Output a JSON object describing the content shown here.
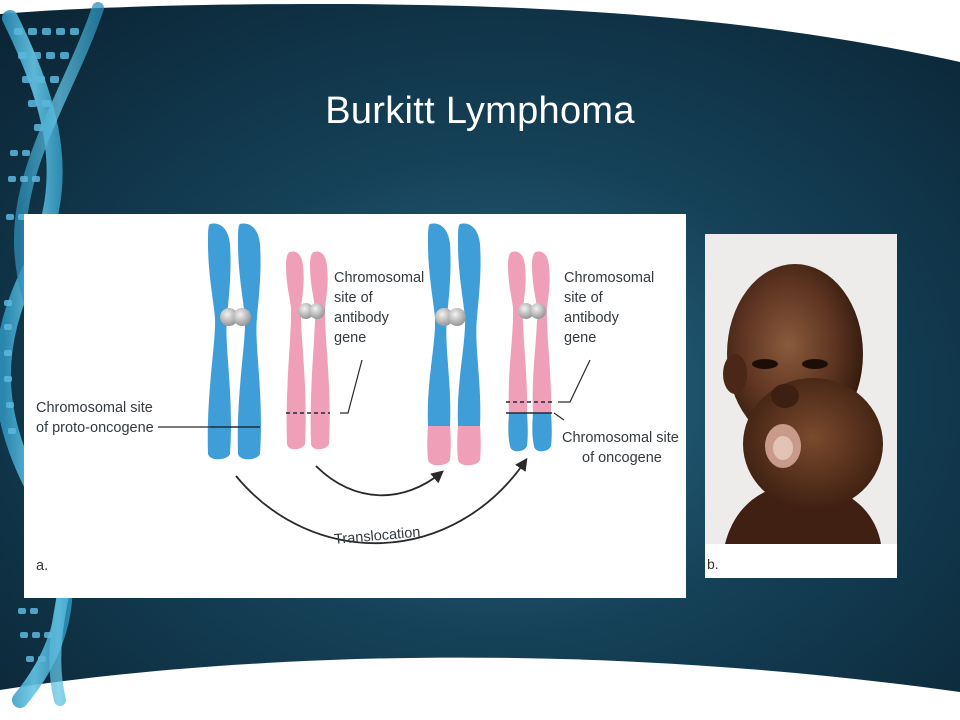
{
  "slide": {
    "title": "Burkitt Lymphoma"
  },
  "figure_a": {
    "panel_label": "a.",
    "label_antibody_left": [
      "Chromosomal",
      "site of",
      "antibody",
      "gene"
    ],
    "label_antibody_right": [
      "Chromosomal",
      "site of",
      "antibody",
      "gene"
    ],
    "label_proto_oncogene": [
      "Chromosomal site",
      "of proto-oncogene"
    ],
    "label_oncogene": [
      "Chromosomal site",
      "of oncogene"
    ],
    "arrow_label": "Translocation"
  },
  "figure_b": {
    "panel_label": "b."
  },
  "colors": {
    "background_dark": "#0c2636",
    "background_mid": "#1d4c63",
    "chromosome_blue": "#3f9ed8",
    "chromosome_pink": "#ef9fb7",
    "helix_blue": "#3aa9cf"
  }
}
